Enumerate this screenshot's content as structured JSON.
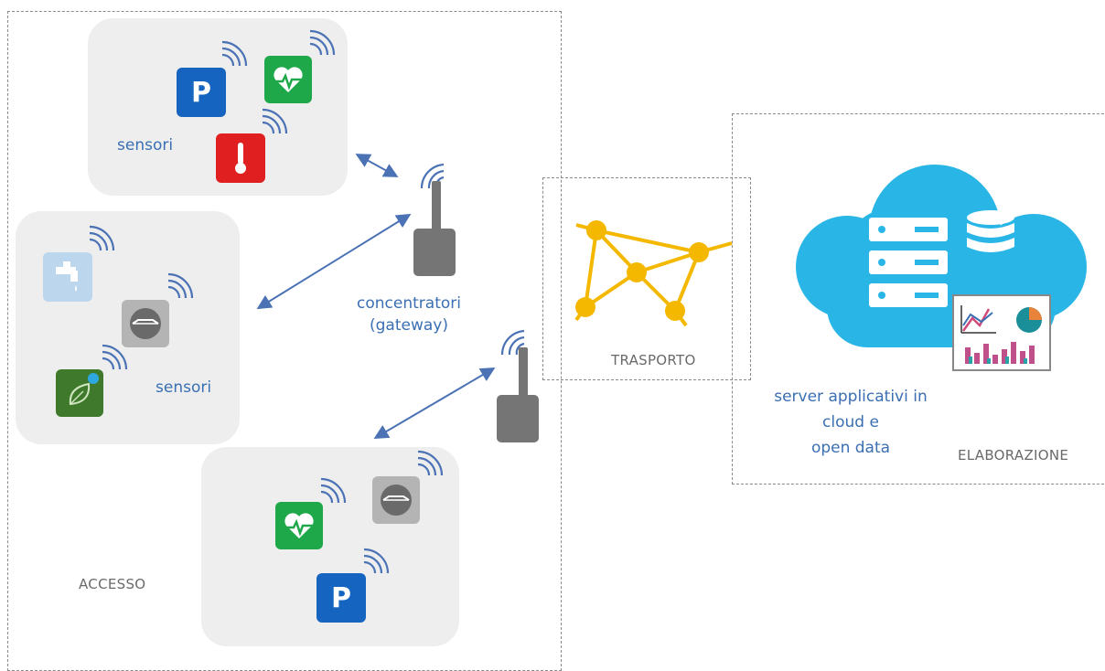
{
  "zones": {
    "access": "ACCESSO",
    "transport": "TRASPORTO",
    "processing": "ELABORAZIONE"
  },
  "labels": {
    "sensors_top": "sensori",
    "sensors_mid": "sensori",
    "gateway_line1": "concentratori",
    "gateway_line2": "(gateway)",
    "cloud_line1": "server applicativi in",
    "cloud_line2": "cloud e",
    "cloud_line3": "open data"
  },
  "sensor_glyphs": {
    "parking": "P"
  },
  "colors": {
    "parking": "#1565c0",
    "health": "#1fa84a",
    "temperature": "#e02020",
    "water": "#bcd6ee",
    "meter": "#7a7a7a",
    "leaf": "#3f7a2c",
    "gateway": "#757575",
    "arrow": "#4a72b5",
    "network": "#f5b800",
    "cloud": "#29b6e6",
    "label": "#3a6fb3"
  },
  "icons": [
    "parking-icon",
    "heart-monitor-icon",
    "thermometer-icon",
    "water-tap-icon",
    "meter-icon",
    "leaf-icon",
    "gateway-icon",
    "wifi-icon",
    "network-icon",
    "cloud-icon",
    "server-icon",
    "database-icon",
    "analytics-icon"
  ]
}
